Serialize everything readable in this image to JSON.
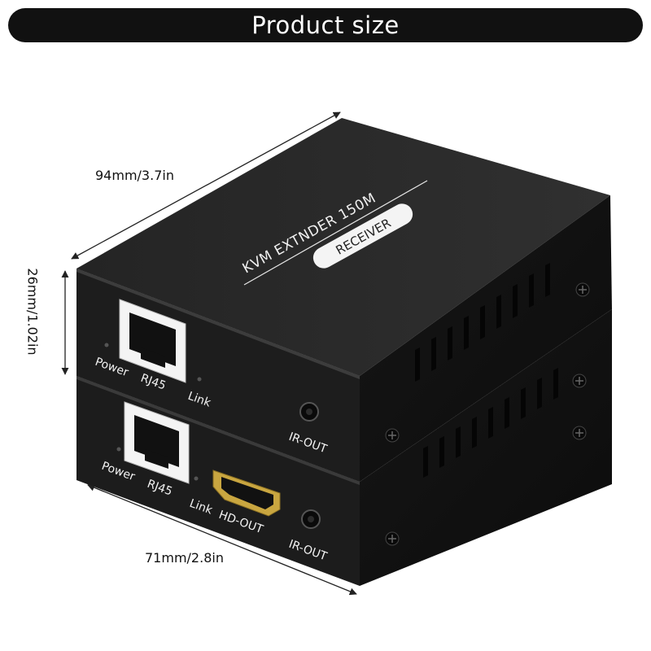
{
  "banner": {
    "title": "Product size"
  },
  "dimensions": {
    "length": "94mm/3.7in",
    "height": "26mm/1.02in",
    "width": "71mm/2.8in"
  },
  "top_unit": {
    "brand_text": "KVM EXTNDER 150M",
    "badge": "RECEIVER",
    "ports": {
      "power": "Power",
      "rj45": "RJ45",
      "link": "Link",
      "ir_out": "IR-OUT"
    }
  },
  "bottom_unit": {
    "ports": {
      "power": "Power",
      "rj45": "RJ45",
      "link": "Link",
      "hd_out": "HD-OUT",
      "ir_out": "IR-OUT"
    }
  },
  "colors": {
    "banner": "#111111",
    "device_front": "#1d1d1d",
    "device_side": "#111111",
    "device_top": "#2a2a2a",
    "port_hdmi": "#c9a640"
  }
}
